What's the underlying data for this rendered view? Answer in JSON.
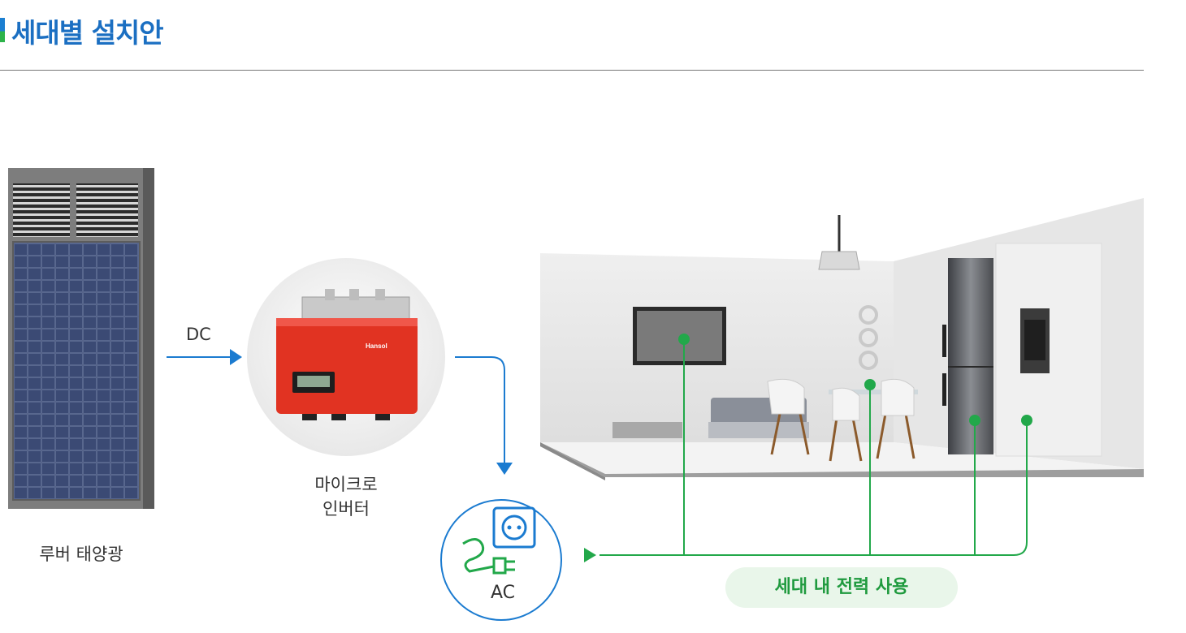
{
  "header": {
    "title": "세대별 설치안"
  },
  "components": {
    "solar": {
      "label": "루버 태양광"
    },
    "inverter": {
      "label_line1": "마이크로",
      "label_line2": "인버터",
      "brand": "Hansol"
    },
    "dc_label": "DC",
    "ac_label": "AC",
    "usage_label": "세대 내 전력 사용"
  },
  "colors": {
    "blue": "#1b7bd0",
    "green": "#22a84a",
    "inverter_red": "#e13322"
  }
}
